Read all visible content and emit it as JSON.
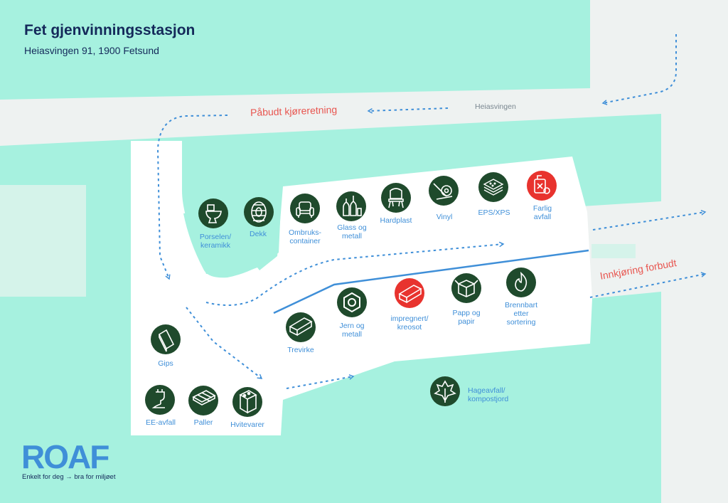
{
  "header": {
    "title": "Fet gjenvinningsstasjon",
    "address": "Heiasvingen 91, 1900 Fetsund"
  },
  "map_labels": {
    "road": "Heiasvingen",
    "mandatory_direction": "Påbudt kjøreretning",
    "no_entry": "Innkjøring forbudt"
  },
  "stations": [
    {
      "id": "porselen",
      "label": "Porselen/\nkeramikk",
      "icon": "toilet-icon",
      "color": "#1f4a2c"
    },
    {
      "id": "dekk",
      "label": "Dekk",
      "icon": "tire-icon",
      "color": "#1f4a2c"
    },
    {
      "id": "ombruk",
      "label": "Ombruks-\ncontainer",
      "icon": "armchair-icon",
      "color": "#1f4a2c"
    },
    {
      "id": "glass",
      "label": "Glass og\nmetall",
      "icon": "bottles-icon",
      "color": "#1f4a2c"
    },
    {
      "id": "hardplast",
      "label": "Hardplast",
      "icon": "plastic-chair-icon",
      "color": "#1f4a2c"
    },
    {
      "id": "vinyl",
      "label": "Vinyl",
      "icon": "vinyl-roll-icon",
      "color": "#1f4a2c"
    },
    {
      "id": "eps",
      "label": "EPS/XPS",
      "icon": "foam-block-icon",
      "color": "#1f4a2c"
    },
    {
      "id": "farlig",
      "label": "Farlig\navfall",
      "icon": "hazard-canister-icon",
      "color": "#e8332e"
    },
    {
      "id": "trevirke",
      "label": "Trevirke",
      "icon": "plank-icon",
      "color": "#1f4a2c"
    },
    {
      "id": "jern",
      "label": "Jern og\nmetall",
      "icon": "hex-nut-icon",
      "color": "#1f4a2c"
    },
    {
      "id": "impregnert",
      "label": "impregnert/\nkreosot",
      "icon": "treated-wood-icon",
      "color": "#e8332e"
    },
    {
      "id": "papp",
      "label": "Papp og\npapir",
      "icon": "cardboard-box-icon",
      "color": "#1f4a2c"
    },
    {
      "id": "brennbart",
      "label": "Brennbart\netter\nsortering",
      "icon": "flame-icon",
      "color": "#1f4a2c"
    },
    {
      "id": "gips",
      "label": "Gips",
      "icon": "plasterboard-icon",
      "color": "#1f4a2c"
    },
    {
      "id": "ee",
      "label": "EE-avfall",
      "icon": "plug-icon",
      "color": "#1f4a2c"
    },
    {
      "id": "paller",
      "label": "Paller",
      "icon": "pallet-icon",
      "color": "#1f4a2c"
    },
    {
      "id": "hvitevarer",
      "label": "Hvitevarer",
      "icon": "washing-machine-icon",
      "color": "#1f4a2c"
    },
    {
      "id": "hageavfall",
      "label": "Hageavfall/\nkompostjord",
      "icon": "leaf-icon",
      "color": "#1f4a2c"
    }
  ],
  "logo": {
    "text": "ROAF",
    "tagline": "Enkelt for deg → bra for miljøet"
  },
  "colors": {
    "background": "#a6f1df",
    "road": "#eef2f1",
    "station_green": "#1f4a2c",
    "hazard_red": "#e8332e",
    "arrow_blue": "#3f8fd8",
    "text_navy": "#14295a",
    "label_red": "#e8554f"
  }
}
